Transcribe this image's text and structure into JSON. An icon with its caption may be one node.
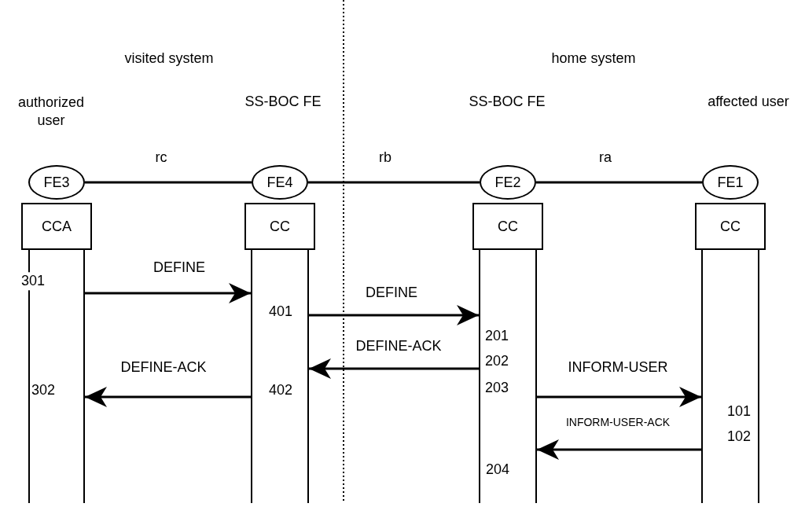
{
  "diagram": {
    "nodes": [
      {
        "text": [
          "FE3"
        ]
      },
      {
        "text": [
          "FE4"
        ]
      },
      {
        "text": [
          "FE2"
        ]
      },
      {
        "text": [
          "FE1"
        ]
      },
      {
        "text": [
          "CCA"
        ]
      },
      {
        "text": [
          "CC"
        ]
      },
      {
        "text": [
          "CC"
        ]
      },
      {
        "text": [
          "CC"
        ]
      },
      {
        "text": [],
        "shape": "bar"
      },
      {
        "text": [],
        "shape": "bar"
      },
      {
        "text": [],
        "shape": "bar"
      },
      {
        "text": [],
        "shape": "bar"
      }
    ],
    "edges": [
      {
        "from": 0,
        "to": 1,
        "arrow": "none",
        "label": "rc"
      },
      {
        "from": 1,
        "to": 2,
        "arrow": "none",
        "label": "rb"
      },
      {
        "from": 2,
        "to": 3,
        "arrow": "none",
        "label": "ra"
      },
      {
        "from": 8,
        "to": 9,
        "arrow": "to",
        "label": "DEFINE"
      },
      {
        "from": 9,
        "to": 10,
        "arrow": "to",
        "label": "DEFINE"
      },
      {
        "from": 10,
        "to": 9,
        "arrow": "to",
        "label": "DEFINE-ACK"
      },
      {
        "from": 9,
        "to": 8,
        "arrow": "to",
        "label": "DEFINE-ACK"
      },
      {
        "from": 10,
        "to": 11,
        "arrow": "to",
        "label": "INFORM-USER"
      },
      {
        "from": 11,
        "to": 10,
        "arrow": "to",
        "label": "INFORM-USER-ACK"
      }
    ],
    "labels": [
      "visited system",
      "home system",
      "authorized user",
      "SS-BOC FE",
      "SS-BOC FE",
      "affected user",
      "301",
      "401",
      "201",
      "202",
      "302",
      "402",
      "203",
      "101",
      "102",
      "204"
    ]
  }
}
